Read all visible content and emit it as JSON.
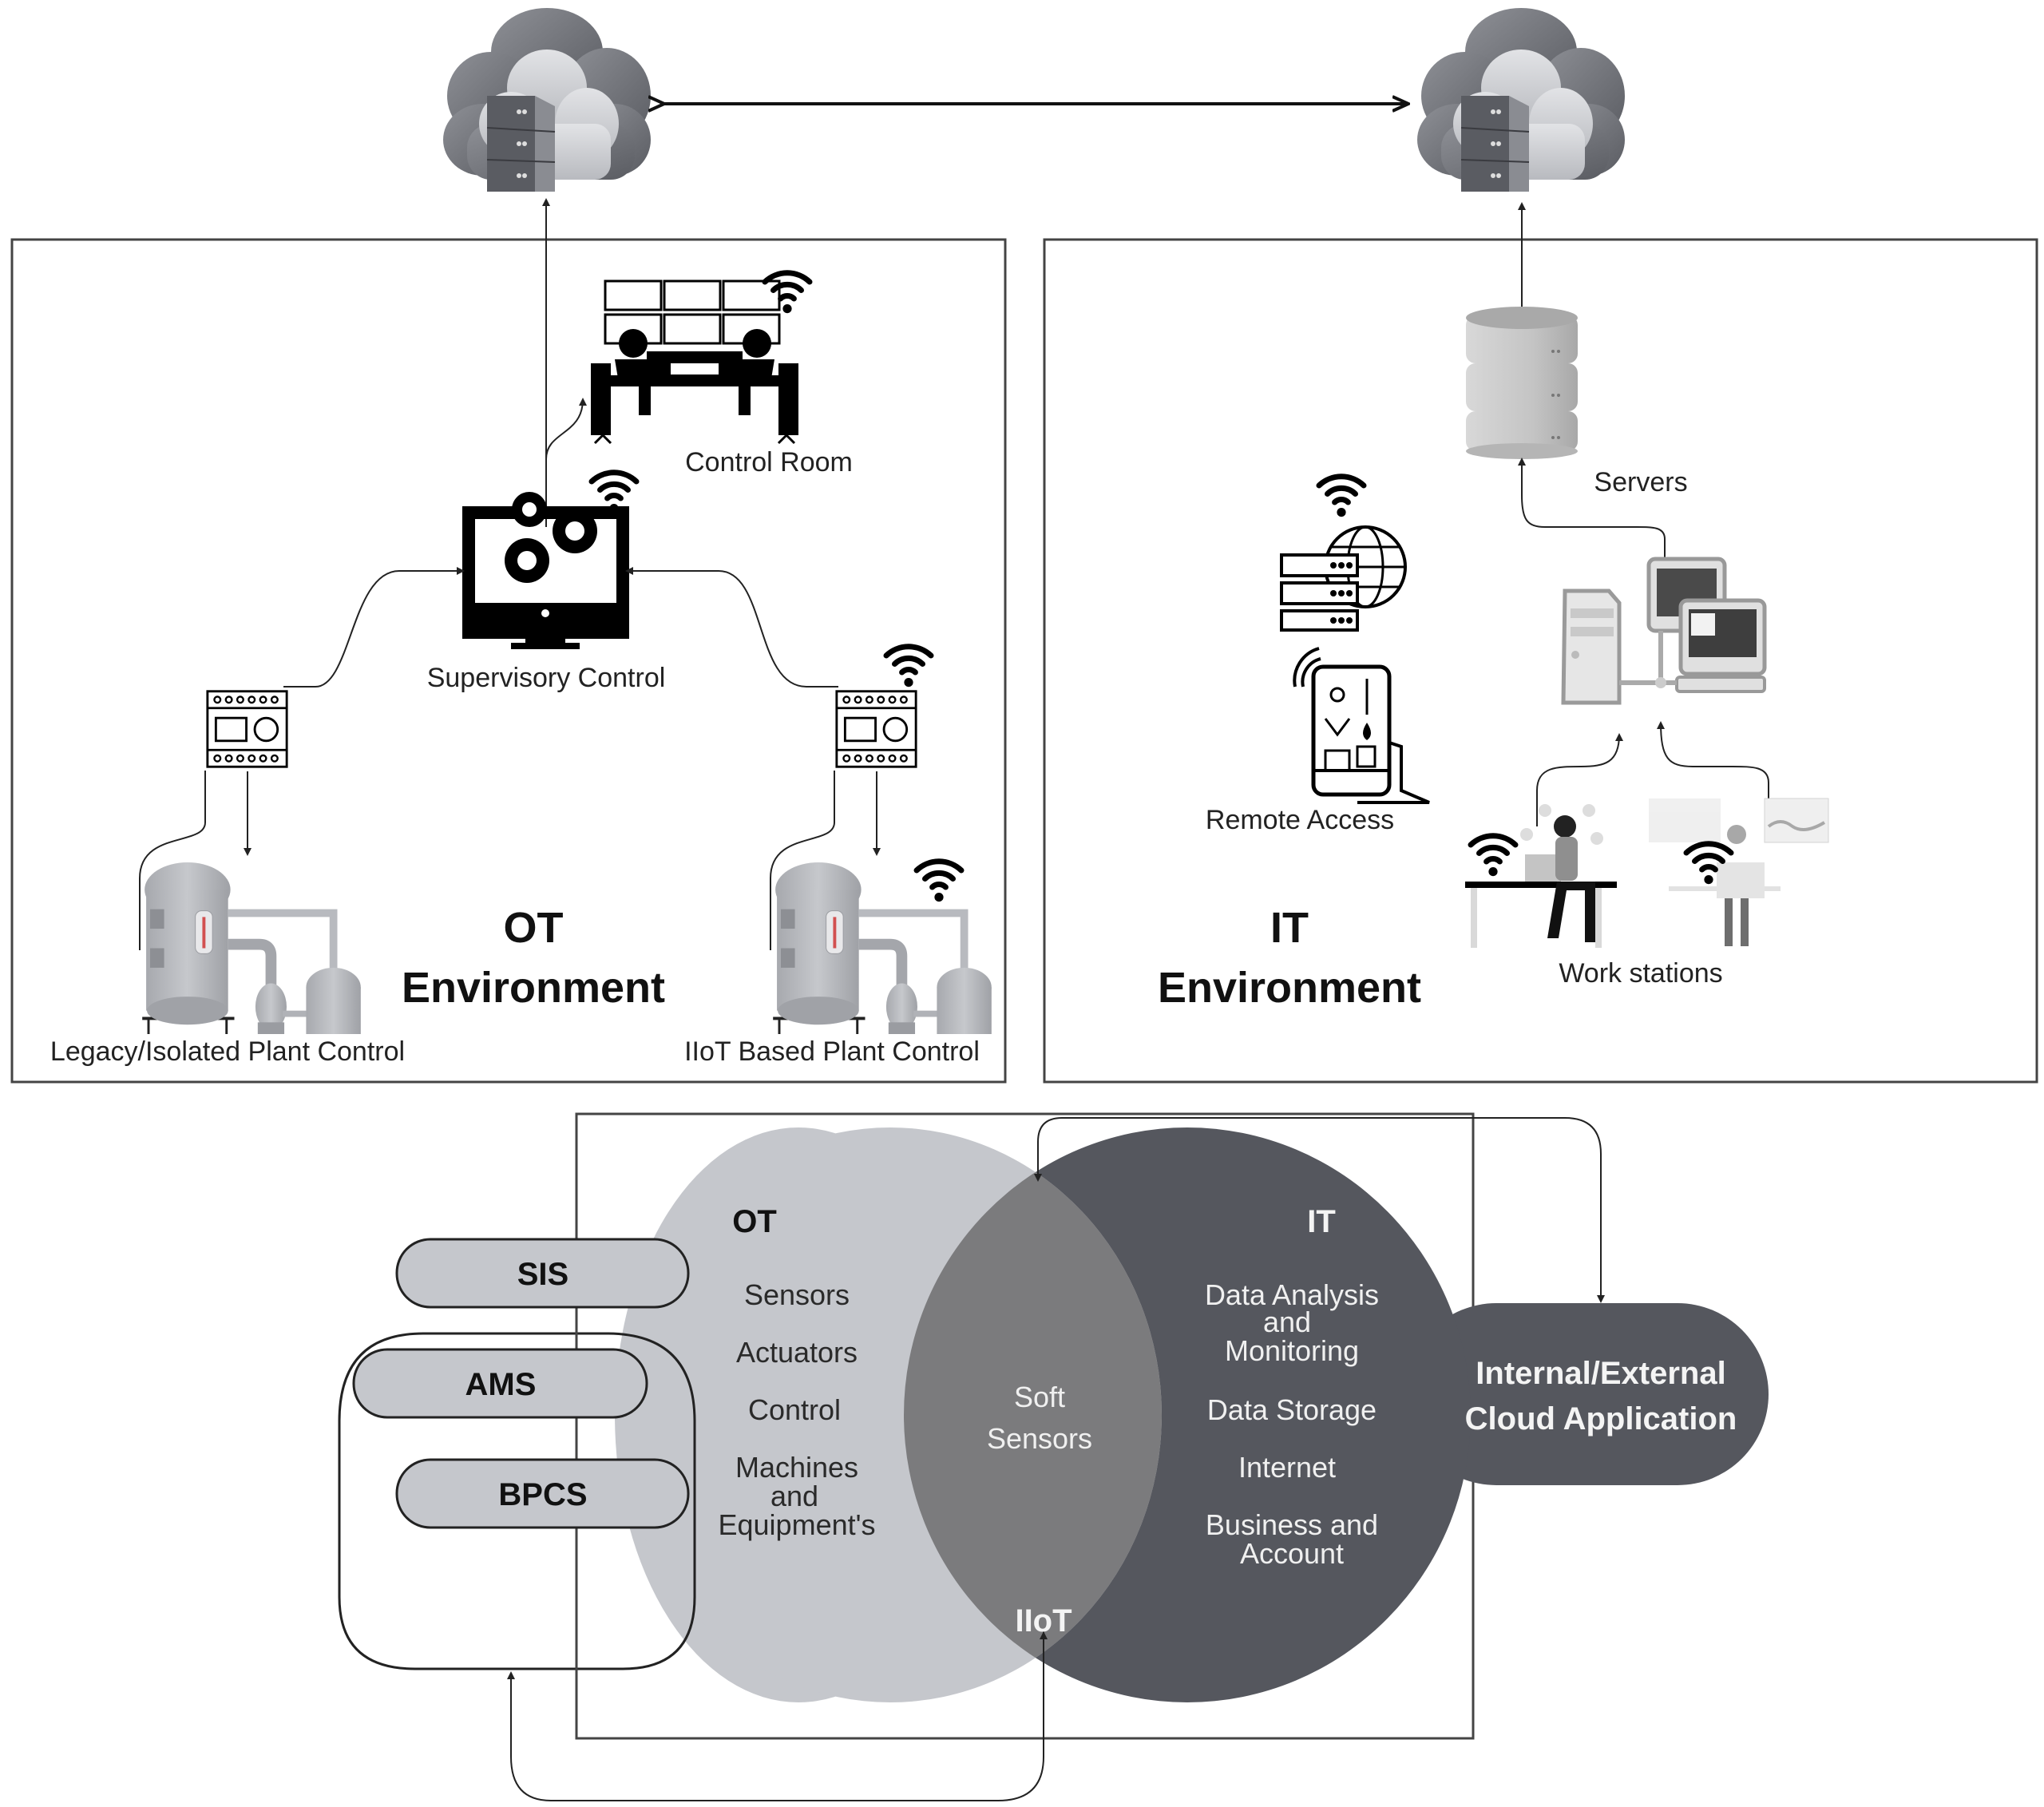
{
  "diagram": {
    "title": "OT / IT Environments and Convergence",
    "colors": {
      "ot_circle": "#c5c7cc",
      "it_circle": "#55575e",
      "overlap": "#7b7b7d",
      "pill_fill": "#c5c7cc",
      "cloud_app_fill": "#55575e",
      "line": "#222222"
    }
  },
  "top": {
    "cloud_left": {
      "icon": "cloud-server-icon"
    },
    "cloud_right": {
      "icon": "cloud-server-icon"
    },
    "link": "bidirectional-arrow"
  },
  "ot_environment": {
    "title_line1": "OT",
    "title_line2": "Environment",
    "nodes": {
      "control_room": "Control Room",
      "supervisory_control": "Supervisory Control",
      "legacy_plant": "Legacy/Isolated Plant Control",
      "iiot_plant": "IIoT Based Plant Control"
    }
  },
  "it_environment": {
    "title_line1": "IT",
    "title_line2": "Environment",
    "nodes": {
      "servers": "Servers",
      "remote_access": "Remote Access",
      "work_stations": "Work stations"
    }
  },
  "venn": {
    "ot": {
      "title": "OT",
      "items": [
        "Sensors",
        "Actuators",
        "Control",
        "Machines",
        "and",
        "Equipment's"
      ]
    },
    "overlap": {
      "line1": "Soft",
      "line2": "Sensors",
      "bottom": "IIoT"
    },
    "it": {
      "title": "IT",
      "items": [
        "Data Analysis",
        "and",
        "Monitoring",
        "Data Storage",
        "Internet",
        "Business and",
        "Account"
      ]
    },
    "pills": [
      "SIS",
      "AMS",
      "BPCS"
    ],
    "cloud_app": {
      "line1": "Internal/External",
      "line2": "Cloud Application"
    }
  }
}
